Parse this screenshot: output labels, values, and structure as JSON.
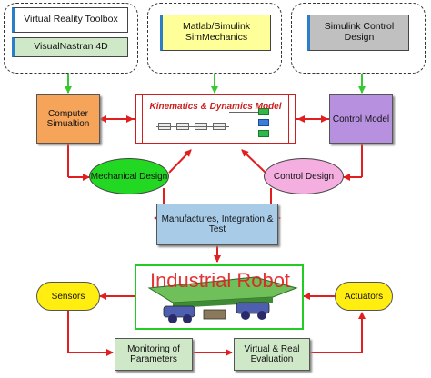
{
  "groups": {
    "left": {
      "tools": [
        "Virtual Reality Toolbox",
        "VisualNastran 4D"
      ]
    },
    "middle": {
      "tools": [
        "Matlab/Simulink SimMechanics"
      ]
    },
    "right": {
      "tools": [
        "Simulink Control Design"
      ]
    }
  },
  "nodes": {
    "computer_simulation": "Computer Simualtion",
    "kinematics_dynamics": "Kinematics & Dynamics Model",
    "control_model": "Control Model",
    "mechanical_design": "Mechanical Design",
    "control_design": "Control Design",
    "manufactures": "Manufactures, Integration & Test",
    "industrial_robot": "Industrial Robot",
    "sensors": "Sensors",
    "actuators": "Actuators",
    "monitoring": "Monitoring of Parameters",
    "evaluation": "Virtual & Real Evaluation"
  },
  "colors": {
    "arrow_red": "#e02020",
    "arrow_green": "#38c830",
    "orange_box": "#f5a45a",
    "purple_box": "#b890e0",
    "green_ellipse": "#22d822",
    "pink_ellipse": "#f4aee0",
    "blue_box": "#a8cce8",
    "yellow_node": "#ffee10",
    "light_green_box": "#cfe8c8",
    "robot_border": "#22cc22",
    "kd_text": "#cc2020"
  }
}
